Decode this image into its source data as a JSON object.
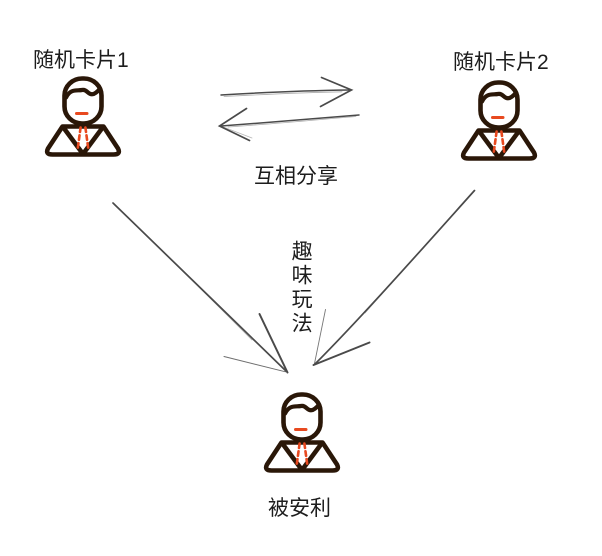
{
  "canvas": {
    "background": "#ffffff"
  },
  "colors": {
    "icon_outline": "#2a1708",
    "icon_accent": "#e8491f",
    "arrow": "#4a4a4a",
    "text": "#1d1d1d"
  },
  "nodes": [
    {
      "id": "card1",
      "label": "随机卡片1",
      "icon": "person-icon"
    },
    {
      "id": "card2",
      "label": "随机卡片2",
      "icon": "person-icon"
    },
    {
      "id": "receiver",
      "label": "被安利",
      "icon": "person-icon"
    }
  ],
  "edges": [
    {
      "id": "share-right",
      "from": "card1",
      "to": "card2",
      "style": "sketch-arrow"
    },
    {
      "id": "share-left",
      "from": "card2",
      "to": "card1",
      "style": "sketch-arrow"
    },
    {
      "id": "fun-left",
      "from": "card1",
      "to": "receiver",
      "style": "sketch-arrow"
    },
    {
      "id": "fun-right",
      "from": "card2",
      "to": "receiver",
      "style": "sketch-arrow"
    }
  ],
  "edge_labels": {
    "mutual_share": "互相分享",
    "fun_play": "趣味玩法"
  }
}
